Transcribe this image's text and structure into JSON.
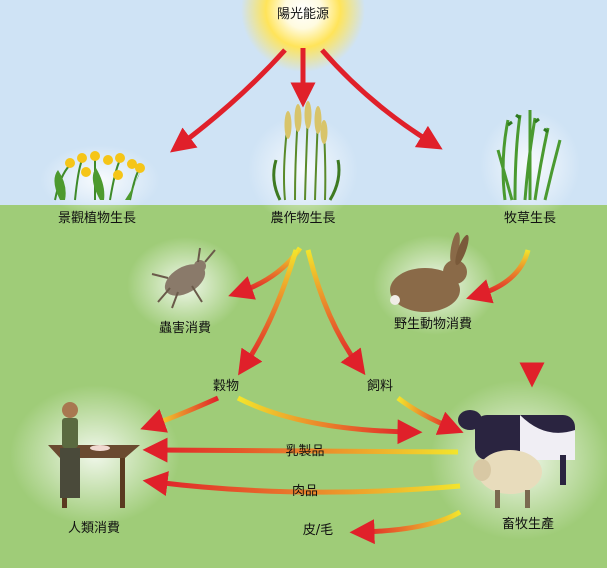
{
  "labels": {
    "sun": "陽光能源",
    "ornamental": "景觀植物生長",
    "crops": "農作物生長",
    "pasture": "牧草生長",
    "pests": "蟲害消費",
    "wildlife": "野生動物消費",
    "grain": "穀物",
    "feed": "飼料",
    "human": "人類消費",
    "dairy": "乳製品",
    "meat": "肉品",
    "hide": "皮/毛",
    "livestock": "畜牧生產"
  },
  "colors": {
    "sky": "#cfe3f5",
    "ground": "#9fcc78",
    "arrow_red": "#e0202a",
    "arrow_yellow": "#f2e22a"
  }
}
